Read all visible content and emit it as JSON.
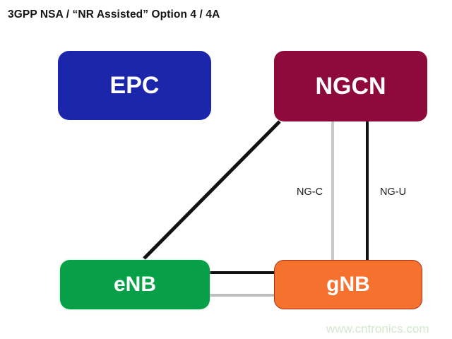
{
  "diagram": {
    "title": "3GPP NSA / “NR Assisted”  Option 4 / 4A",
    "background_color": "#ffffff",
    "nodes": [
      {
        "id": "epc",
        "label": "EPC",
        "color": "#1c26ab",
        "text_color": "#ffffff"
      },
      {
        "id": "ngcn",
        "label": "NGCN",
        "color": "#8e0a3c",
        "text_color": "#ffffff"
      },
      {
        "id": "enb",
        "label": "eNB",
        "color": "#07a049",
        "text_color": "#ffffff"
      },
      {
        "id": "gnb",
        "label": "gNB",
        "color": "#f4722e",
        "text_color": "#ffffff"
      }
    ],
    "links": [
      {
        "id": "ngcn-gnb-c",
        "from": "ngcn",
        "to": "gnb",
        "label": "NG-C",
        "color": "#c9c9c9",
        "style": "vertical"
      },
      {
        "id": "ngcn-gnb-u",
        "from": "ngcn",
        "to": "gnb",
        "label": "NG-U",
        "color": "#111111",
        "style": "vertical"
      },
      {
        "id": "ngcn-enb",
        "from": "ngcn",
        "to": "enb",
        "label": "",
        "color": "#111111",
        "style": "diagonal"
      },
      {
        "id": "enb-gnb-u",
        "from": "enb",
        "to": "gnb",
        "label": "",
        "color": "#111111",
        "style": "horizontal"
      },
      {
        "id": "enb-gnb-c",
        "from": "enb",
        "to": "gnb",
        "label": "",
        "color": "#bdbdbd",
        "style": "horizontal"
      }
    ],
    "watermark": "www.cntronics.com"
  }
}
